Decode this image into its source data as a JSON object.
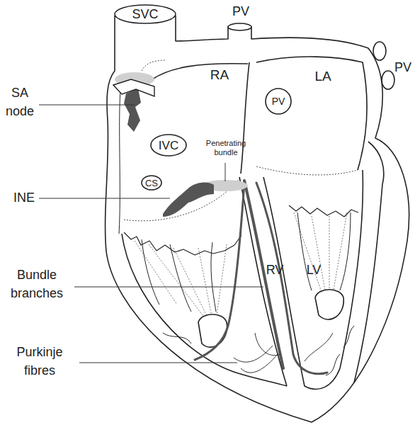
{
  "diagram": {
    "nodes": [
      {
        "text": [
          "SVC"
        ]
      },
      {
        "text": [
          "PV"
        ]
      },
      {
        "text": [
          "IVC"
        ]
      },
      {
        "text": [
          "CS"
        ]
      }
    ],
    "labels": [
      "PV",
      "PV",
      "SA node",
      "RA",
      "LA",
      "Penetrating bundle",
      "INE",
      "Bundle branches",
      "RV",
      "LV",
      "Purkinje fibres"
    ]
  }
}
